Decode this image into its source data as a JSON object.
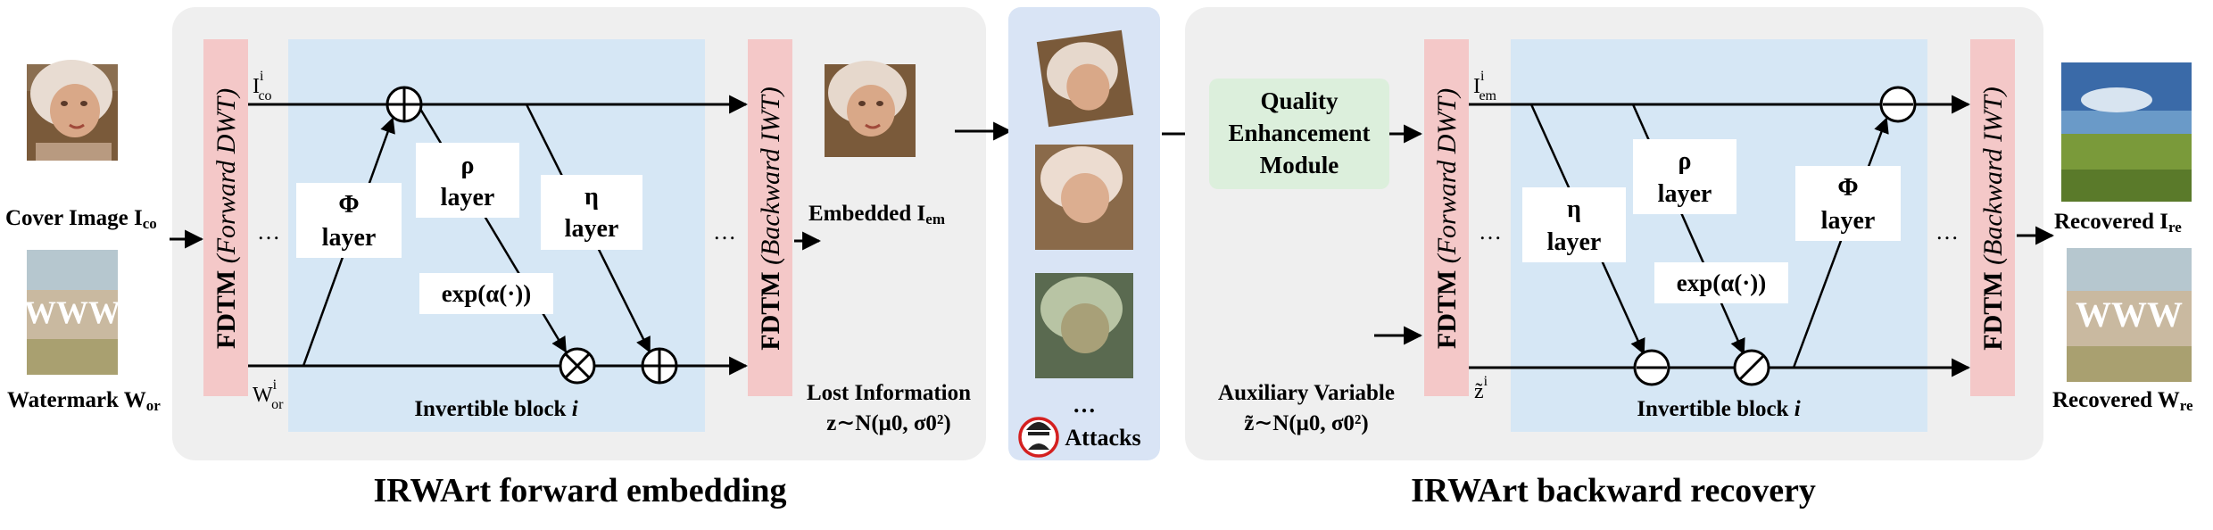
{
  "forward": {
    "title": "IRWArt forward embedding",
    "fdtm_forward": {
      "bold": "FDTM ",
      "italic": "(Forward DWT)"
    },
    "fdtm_backward": {
      "bold": "FDTM ",
      "italic": "(Backward IWT)"
    },
    "cover_label": {
      "text": "Cover Image I",
      "sub": "co"
    },
    "watermark_label": {
      "text": "Watermark W",
      "sub": "or"
    },
    "input_top": {
      "text": "I",
      "sup": "i",
      "sub": "co"
    },
    "input_bottom": {
      "text": "W",
      "sup": "i",
      "sub": "or"
    },
    "phi_layer": [
      "Φ",
      "layer"
    ],
    "rho_layer": [
      "ρ",
      "layer"
    ],
    "eta_layer": [
      "η",
      "layer"
    ],
    "exp_label": "exp(α(·))",
    "block_label": {
      "text": "Invertible block ",
      "italic": "i"
    },
    "embedded_label": {
      "text": "Embedded I",
      "sub": "em"
    },
    "lost_info": {
      "line1": "Lost Information",
      "line2": "z∼N(μ0, σ0²)"
    },
    "ellipsis": "…"
  },
  "attacks": {
    "label": "Attacks",
    "ellipsis": "…"
  },
  "backward": {
    "title": "IRWArt backward recovery",
    "qem": [
      "Quality",
      "Enhancement",
      "Module"
    ],
    "fdtm_forward": {
      "bold": "FDTM ",
      "italic": "(Forward DWT)"
    },
    "fdtm_backward": {
      "bold": "FDTM ",
      "italic": "(Backward IWT)"
    },
    "input_top": {
      "text": "I",
      "sup": "i",
      "sub": "em"
    },
    "input_bottom": {
      "text": "z̃",
      "sup": "i"
    },
    "eta_layer": [
      "η",
      "layer"
    ],
    "rho_layer": [
      "ρ",
      "layer"
    ],
    "phi_layer": [
      "Φ",
      "layer"
    ],
    "exp_label": "exp(α(·))",
    "block_label": {
      "text": "Invertible block ",
      "italic": "i"
    },
    "aux_var": {
      "line1": "Auxiliary Variable",
      "line2": "z̃∼N(μ0, σ0²)"
    },
    "recovered_image_label": {
      "text": "Recovered I",
      "sub": "re"
    },
    "recovered_wm_label": {
      "text": "Recovered W",
      "sub": "re"
    },
    "watermark_text": "WWW",
    "ellipsis": "…"
  },
  "colors": {
    "panel_gray": "#efefef",
    "block_blue": "#d6e7f5",
    "fdtm_pink": "#f4c8c8",
    "attack_panel": "#d9e4f5",
    "qem_green": "#dcefdc",
    "attack_red": "#d42020"
  },
  "icons": [
    "cover-painting-icon",
    "watermark-icon",
    "attack-hacker-icon",
    "waveform-icon",
    "landscape-icon"
  ]
}
